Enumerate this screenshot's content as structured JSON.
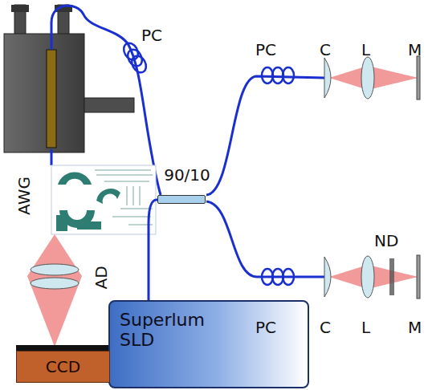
{
  "diagram": {
    "nodes": [
      {
        "text": [
          "Superlum SLD"
        ]
      },
      {
        "text": [
          "90/10"
        ]
      },
      {
        "text": [
          "CCD"
        ]
      }
    ],
    "edges": [
      {
        "from": 0,
        "to": 1,
        "arrow": "none"
      }
    ],
    "labels": [
      "PC",
      "PC",
      "PC",
      "C",
      "L",
      "M",
      "C",
      "L",
      "ND",
      "M",
      "AWG",
      "AD"
    ]
  }
}
